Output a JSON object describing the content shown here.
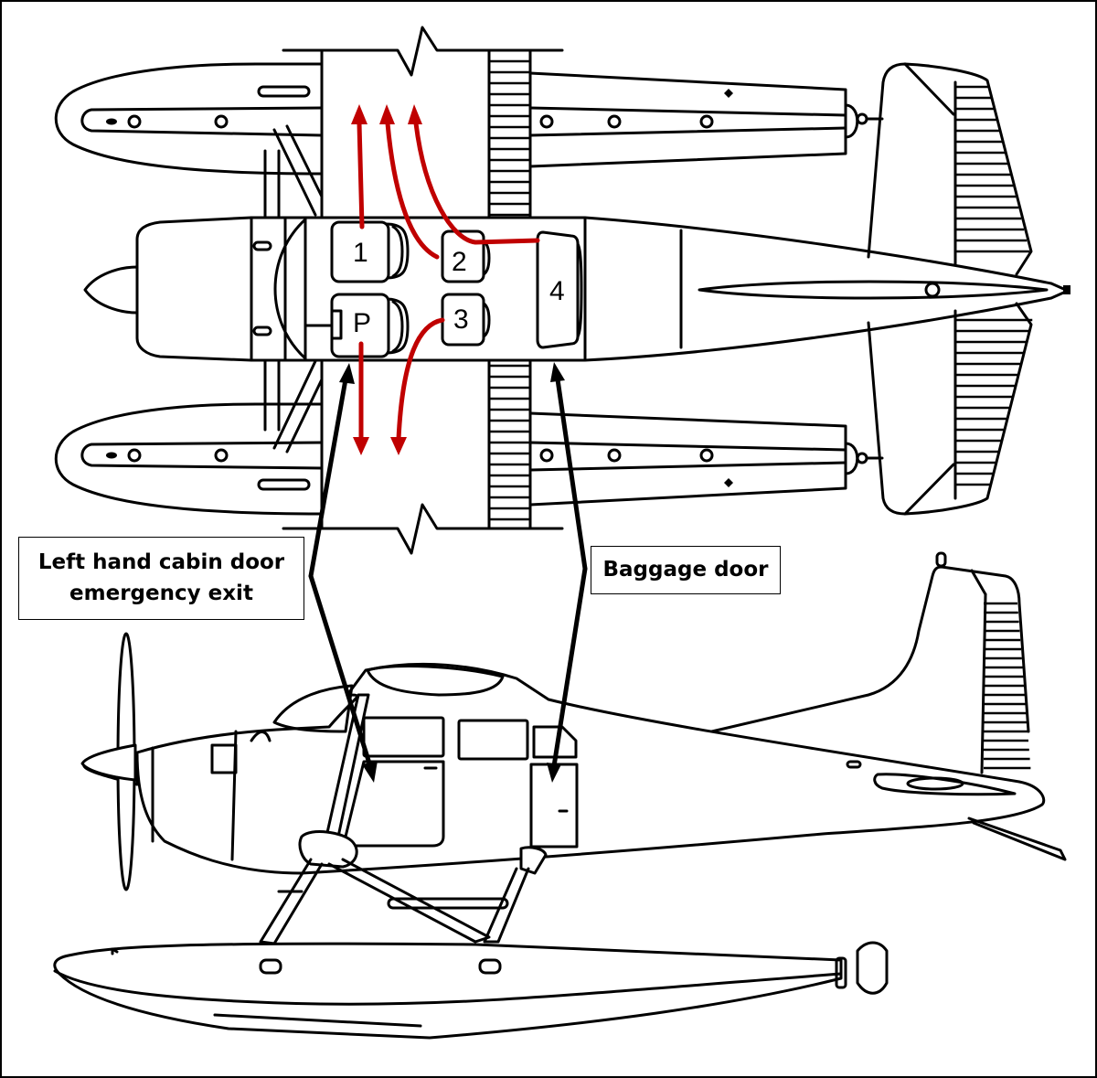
{
  "diagram": {
    "title": "Floatplane seating and exits diagram",
    "views": [
      "top-view",
      "side-view"
    ],
    "seats": [
      {
        "id": "pilot",
        "label": "P"
      },
      {
        "id": "seat-1",
        "label": "1"
      },
      {
        "id": "seat-2",
        "label": "2"
      },
      {
        "id": "seat-3",
        "label": "3"
      },
      {
        "id": "seat-4",
        "label": "4"
      }
    ],
    "callouts": {
      "left_door": {
        "line1": "Left hand cabin door",
        "line2": "emergency exit"
      },
      "baggage_door": {
        "label": "Baggage door"
      }
    },
    "colors": {
      "evacuation_arrows": "#c00000",
      "pointer_arrows": "#000000",
      "outline": "#000000",
      "background": "#ffffff"
    }
  }
}
